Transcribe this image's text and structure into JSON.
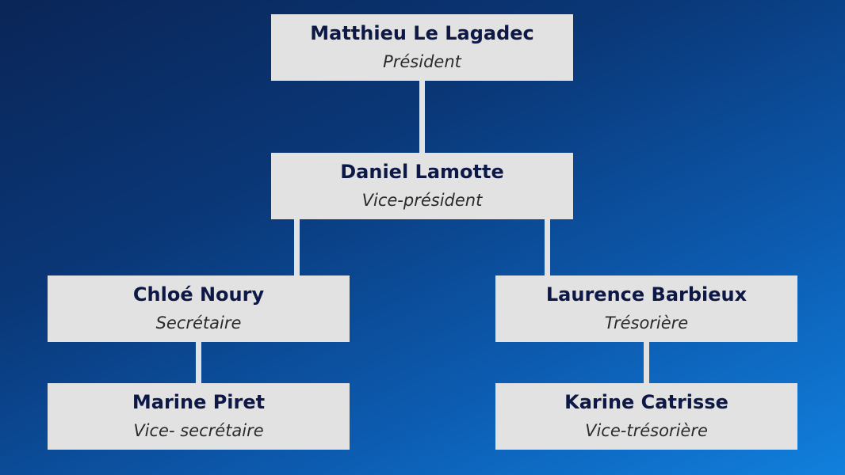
{
  "colors": {
    "background_start": "#0a2557",
    "background_end": "#1180dd",
    "box_fill": "#e2e2e2",
    "name_text": "#0d1846",
    "role_text": "#2a2a2a",
    "connector": "#e2e2e2"
  },
  "org_chart": {
    "president": {
      "name": "Matthieu Le Lagadec",
      "role": "Président"
    },
    "vice_president": {
      "name": "Daniel Lamotte",
      "role": "Vice-président"
    },
    "secretary": {
      "name": "Chloé Noury",
      "role": "Secrétaire"
    },
    "treasurer": {
      "name": "Laurence Barbieux",
      "role": "Trésorière"
    },
    "vice_secretary": {
      "name": "Marine Piret",
      "role": "Vice- secrétaire"
    },
    "vice_treasurer": {
      "name": "Karine Catrisse",
      "role": "Vice-trésorière"
    }
  }
}
